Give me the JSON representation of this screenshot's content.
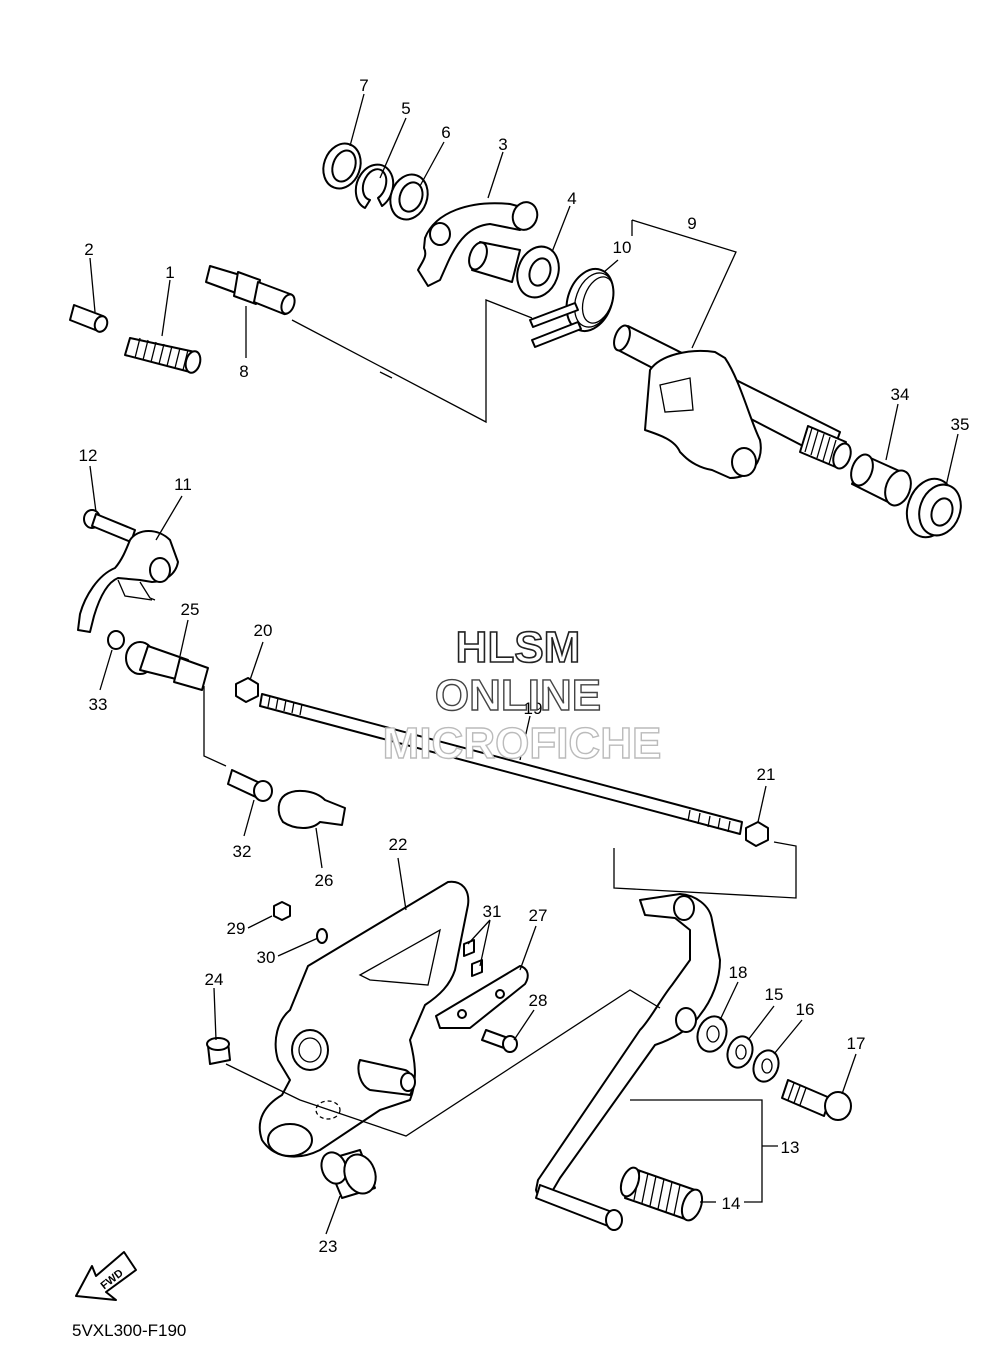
{
  "watermark": {
    "line1": "HLSM",
    "line2": "ONLINE",
    "line3": "MICROFICHE"
  },
  "fwd_label": "FWD",
  "diagram_code": "5VXL300-F190",
  "callouts": {
    "c1": "1",
    "c2": "2",
    "c3": "3",
    "c4": "4",
    "c5": "5",
    "c6": "6",
    "c7": "7",
    "c8": "8",
    "c9": "9",
    "c10": "10",
    "c11": "11",
    "c12": "12",
    "c13": "13",
    "c14": "14",
    "c15": "15",
    "c16": "16",
    "c17": "17",
    "c18": "18",
    "c19": "19",
    "c20": "20",
    "c21": "21",
    "c22": "22",
    "c23": "23",
    "c24": "24",
    "c25": "25",
    "c26": "26",
    "c27": "27",
    "c28": "28",
    "c29": "29",
    "c30": "30",
    "c31": "31",
    "c32": "32",
    "c33": "33",
    "c34": "34",
    "c35": "35"
  }
}
